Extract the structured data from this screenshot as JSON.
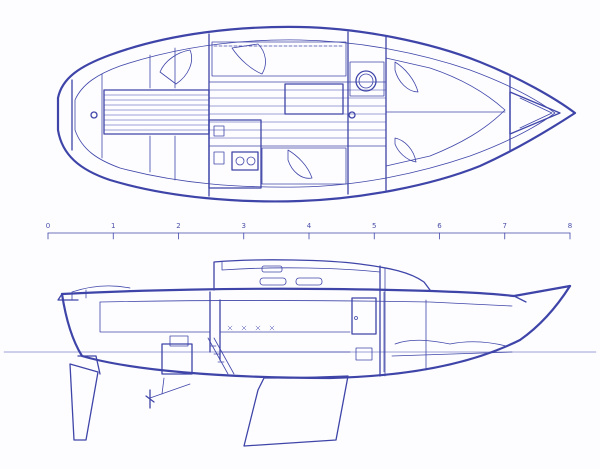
{
  "scale": {
    "ticks": [
      "0",
      "1",
      "2",
      "3",
      "4",
      "5",
      "6",
      "7",
      "8"
    ]
  }
}
